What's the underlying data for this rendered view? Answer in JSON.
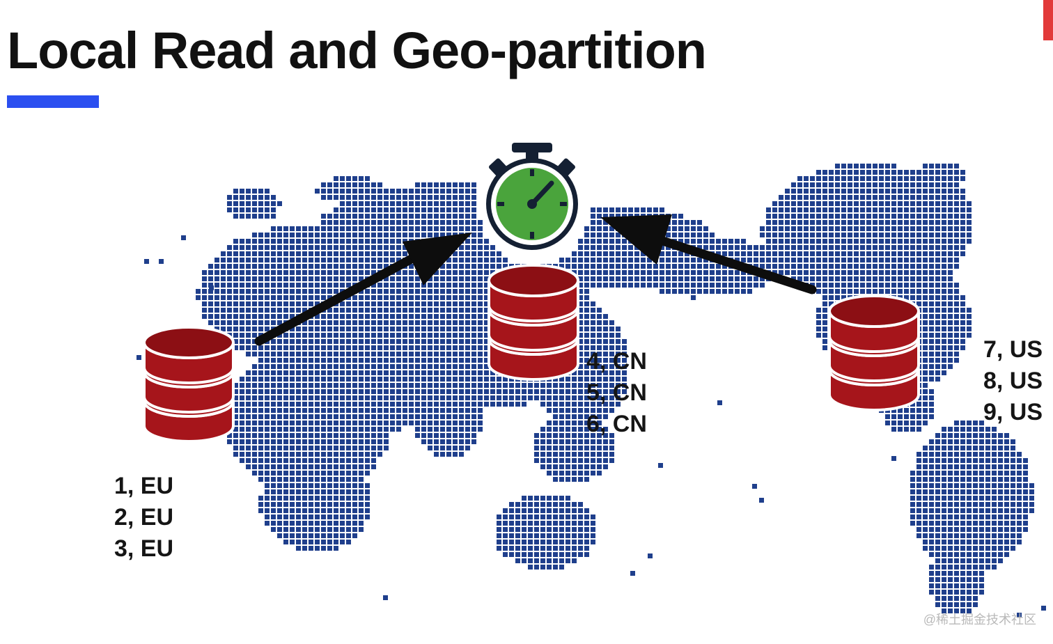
{
  "slide": {
    "title": "Local Read and Geo-partition",
    "watermark": "@稀土掘金技术社区"
  },
  "colors": {
    "title_text": "#111111",
    "accent_bar": "#2b4ff0",
    "map_pixel": "#1f3f8c",
    "database_fill": "#a6151b",
    "database_top": "#8c0f14",
    "stopwatch_face": "#4aa43c",
    "stopwatch_rim": "#142033",
    "arrow": "#0d0d0d",
    "label_text": "#151515"
  },
  "icons": {
    "stopwatch": "stopwatch-icon",
    "database": "database-icon",
    "arrow": "arrow-icon",
    "map": "world-map-pixel-icon"
  },
  "regions": [
    {
      "id": "eu",
      "rows": [
        "1, EU",
        "2, EU",
        "3, EU"
      ]
    },
    {
      "id": "cn",
      "rows": [
        "4, CN",
        "5, CN",
        "6, CN"
      ]
    },
    {
      "id": "us",
      "rows": [
        "7, US",
        "8, US",
        "9, US"
      ]
    }
  ]
}
